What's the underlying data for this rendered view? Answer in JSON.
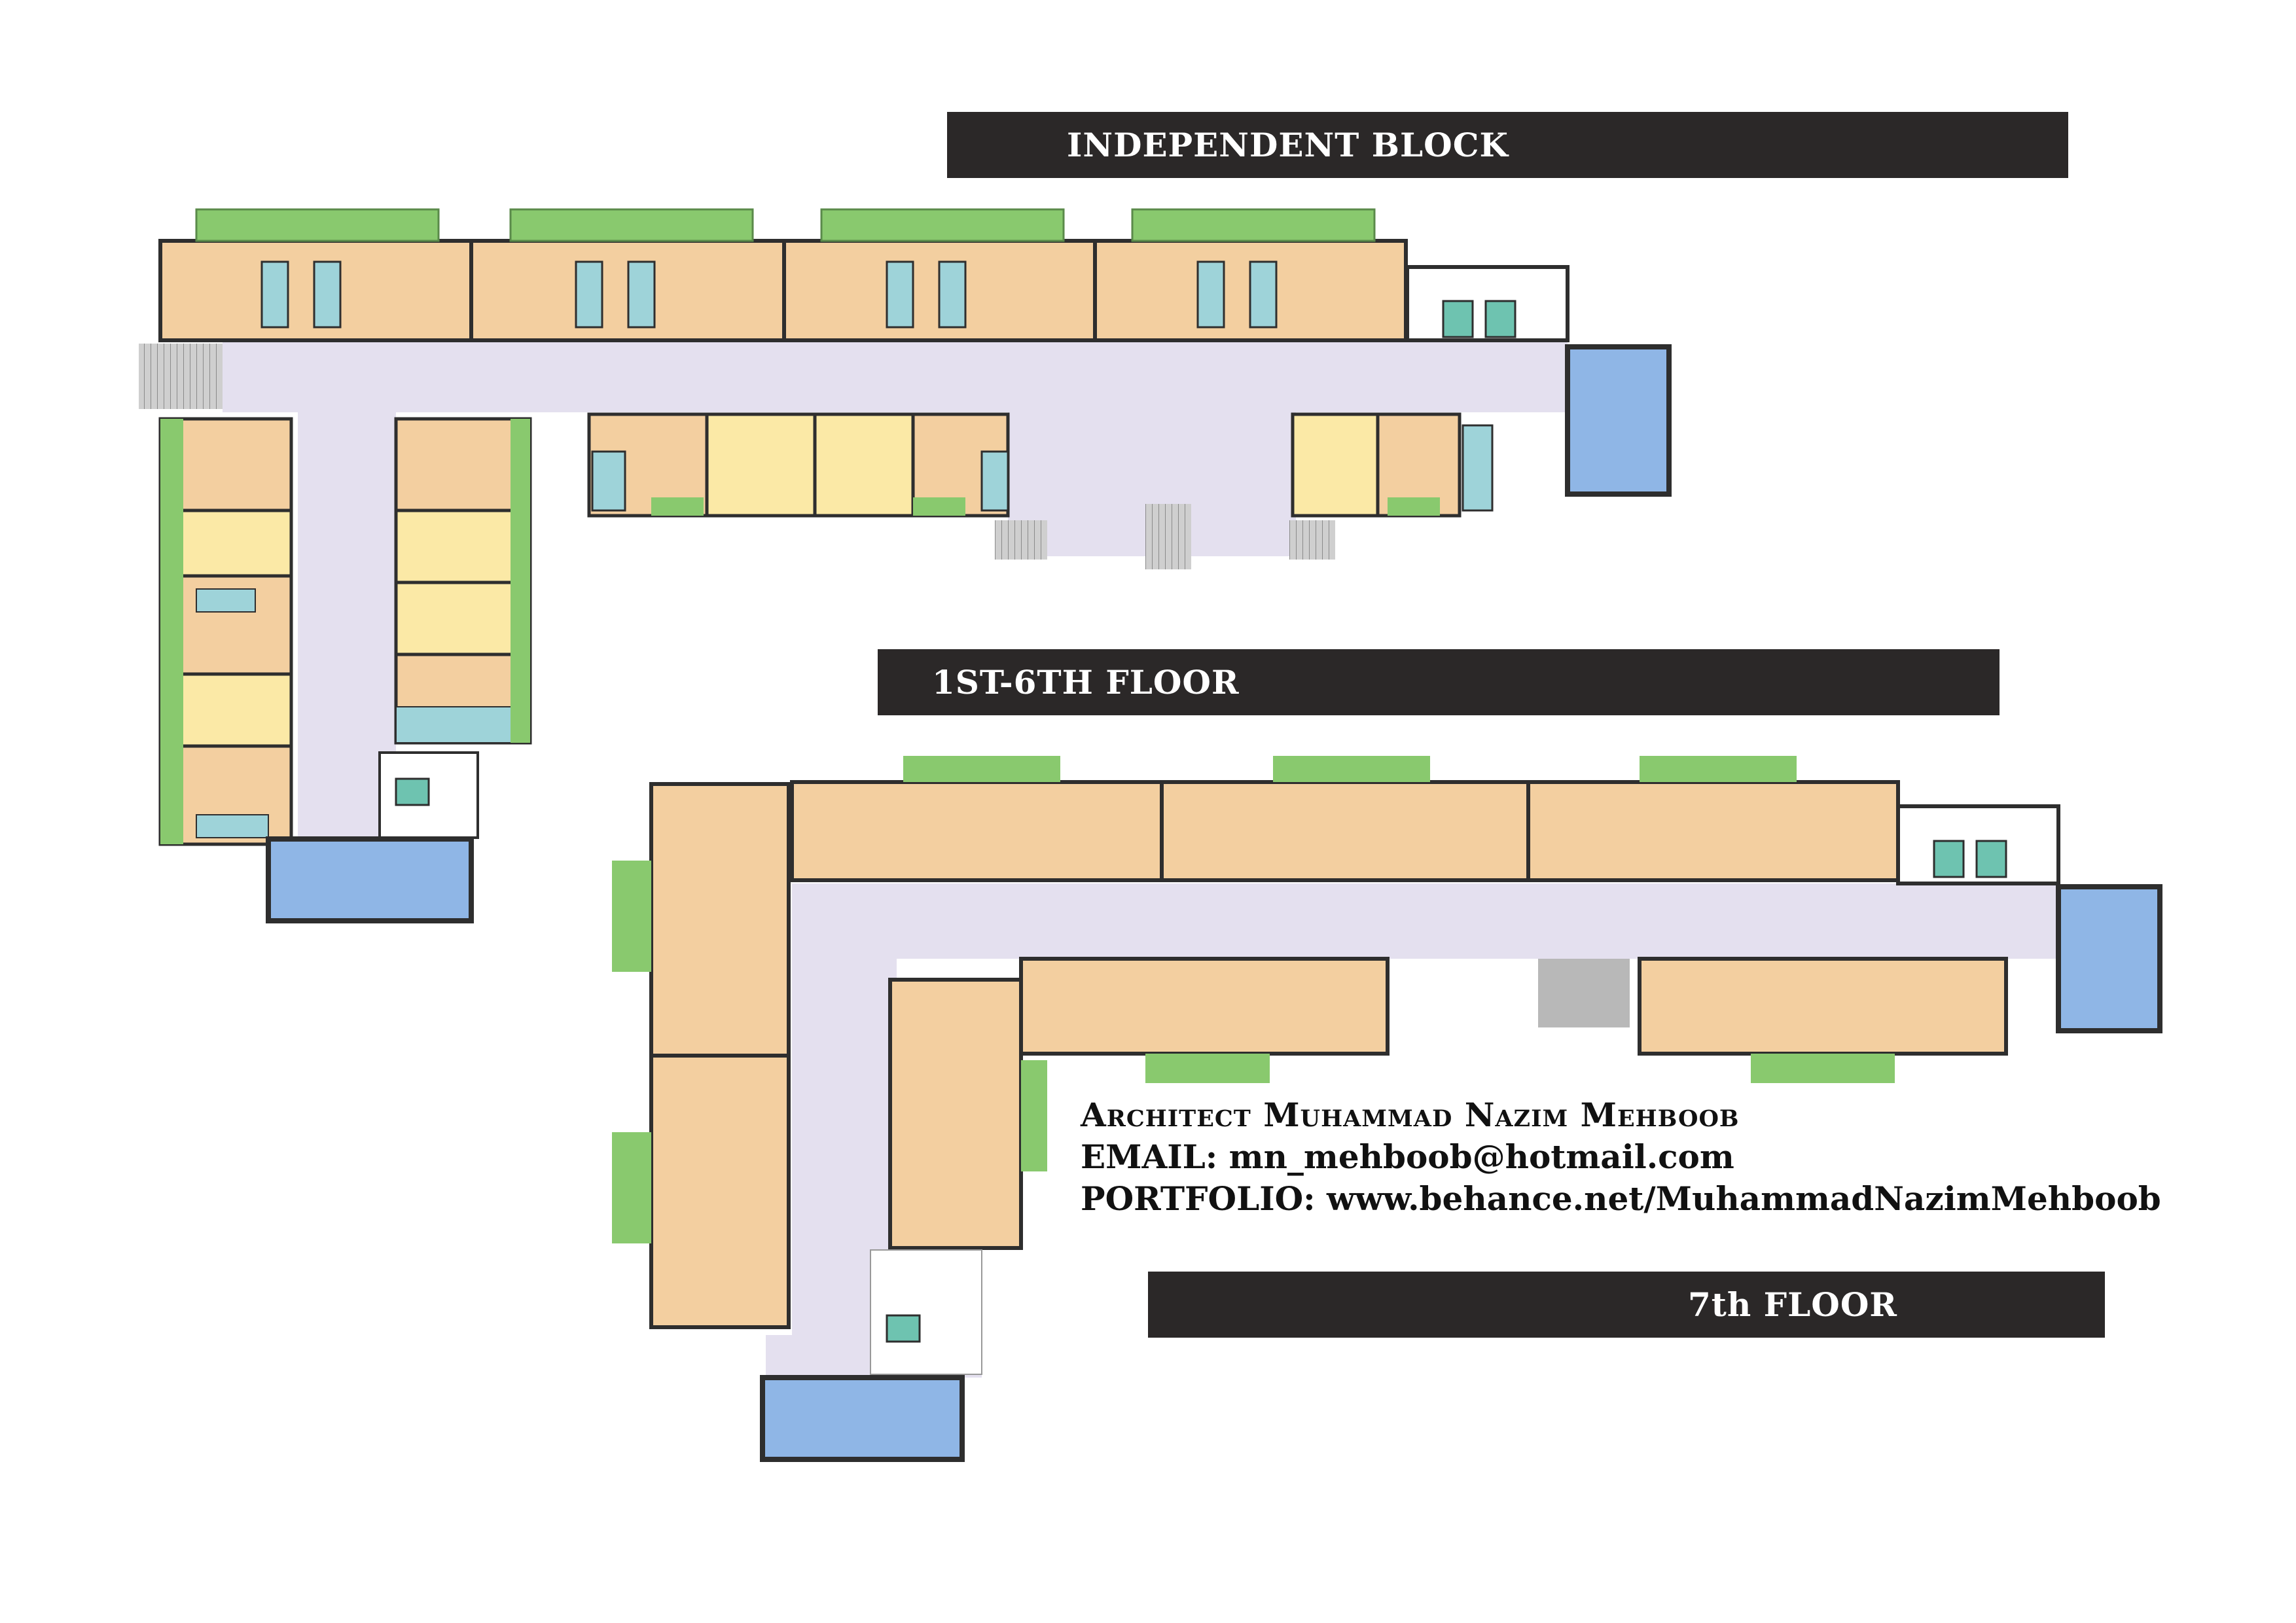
{
  "banners": {
    "independent": "INDEPENDENT BLOCK",
    "floor_1_6": "1ST-6TH FLOOR",
    "floor_7": "7th FLOOR"
  },
  "credits": {
    "architect": "Architect Muhammad Nazim Mehboob",
    "email": "EMAIL: mn_mehboob@hotmail.com",
    "portfolio": "PORTFOLIO: www.behance.net/MuhammadNazimMehboob"
  },
  "colors": {
    "corridor": "#e4e0ef",
    "bedroom": "#f3cfa0",
    "living": "#fbe9a6",
    "bath": "#9ed3d9",
    "terrace": "#89c96e",
    "water": "#8fb6e6",
    "wall": "#2e2e2e",
    "stair": "#b8b8b8",
    "banner": "#2b2828"
  }
}
